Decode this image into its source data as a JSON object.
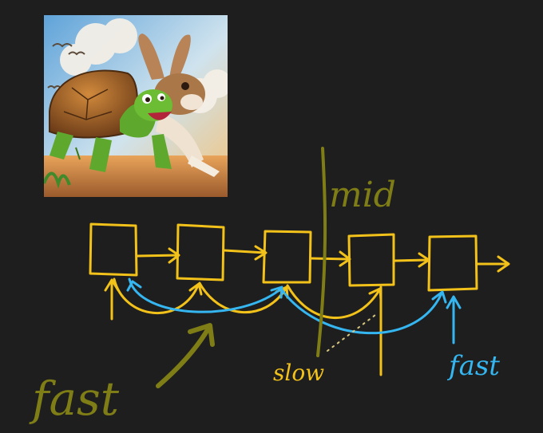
{
  "labels": {
    "mid": "mid",
    "slow": "slow",
    "fast_right": "fast",
    "fast_left": "fast"
  },
  "colors": {
    "background": "#1e1e1e",
    "node_stroke": "#f2c21a",
    "slow_path": "#f2c21a",
    "fast_path": "#35b6f0",
    "mid_annotation": "#7f7d16",
    "fast_left_annotation": "#7f7d16"
  },
  "illustration": {
    "subject": "tortoise-and-hare-race-illustration"
  },
  "linked_list": {
    "node_count": 5
  }
}
